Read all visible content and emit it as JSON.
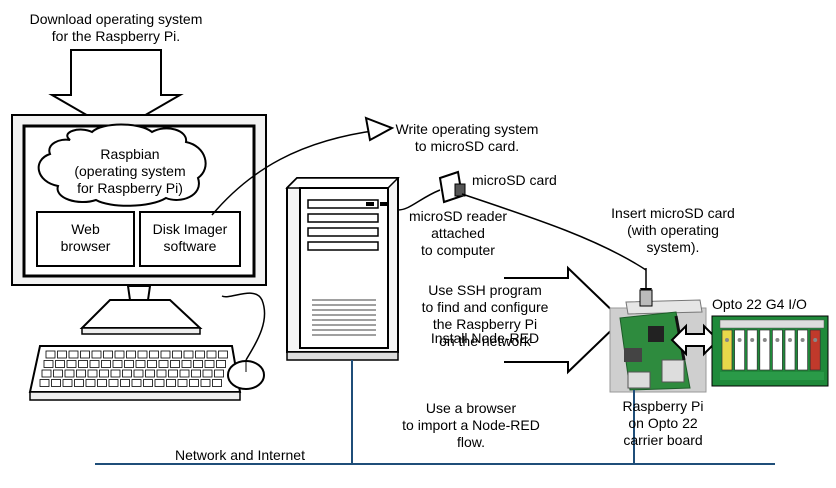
{
  "labels": {
    "download_os": "Download operating system\nfor the Raspberry Pi.",
    "raspbian": "Raspbian\n(operating system\nfor Raspberry Pi)",
    "web_browser": "Web\nbrowser",
    "disk_imager": "Disk Imager\nsoftware",
    "write_os": "Write operating system\nto microSD card.",
    "microsd_card": "microSD card",
    "microsd_reader": "microSD reader\nattached\nto computer",
    "insert_card": "Insert microSD card\n(with operating\nsystem).",
    "ssh_program": "Use SSH program\nto find and configure\nthe Raspberry Pi\non the network",
    "install_node_red": "Install Node-RED",
    "opto_io": "Opto 22 G4 I/O",
    "browser_import": "Use a browser\nto import a Node-RED\nflow.",
    "raspberry_pi_carrier": "Raspberry Pi\non Opto 22\ncarrier board",
    "network": "Network and Internet"
  },
  "colors": {
    "network_line": "#1f4e79",
    "pcb_green": "#2e8b3e",
    "io_board_green": "#1f8a3a",
    "carrier_gray": "#cfcfcf",
    "module_yellow": "#e8d84a",
    "module_red": "#c0392b",
    "module_white": "#ffffff"
  }
}
